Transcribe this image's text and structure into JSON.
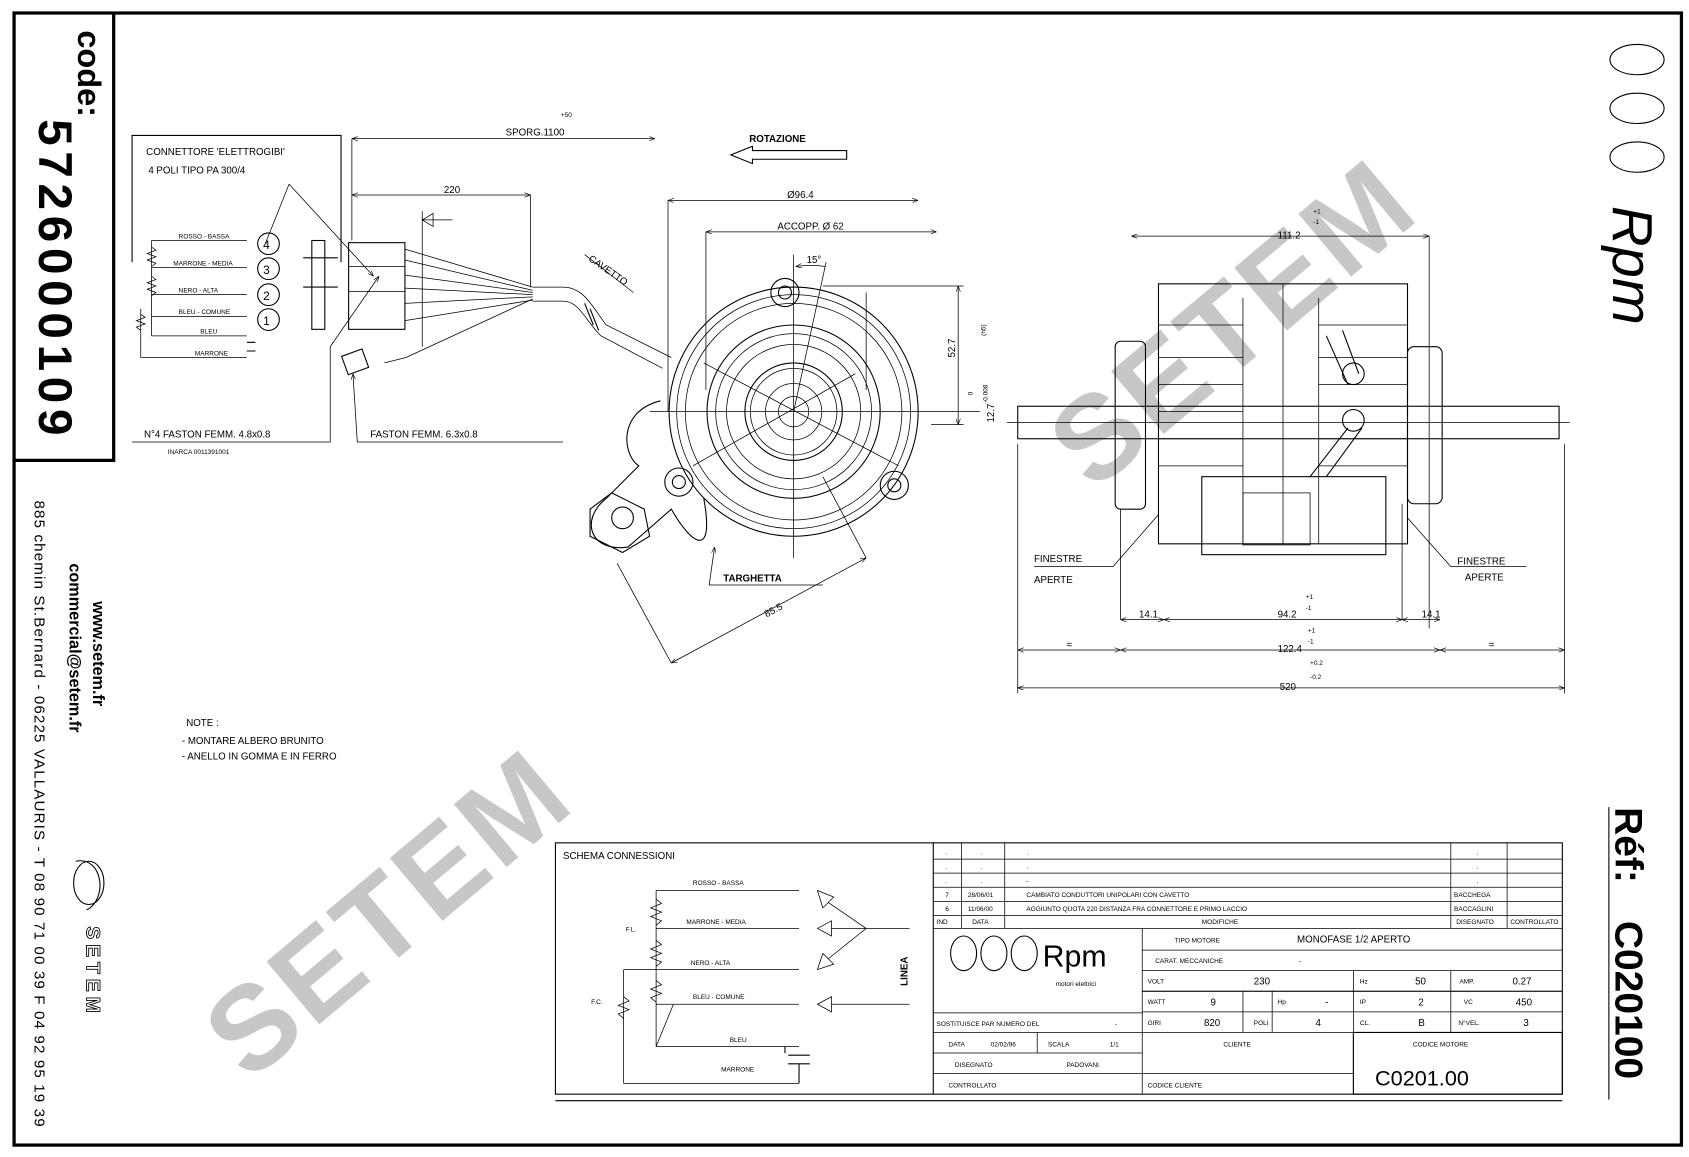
{
  "sidebar_left": {
    "code_label": "code:",
    "code_value": "5726000109",
    "website": "www.setem.fr",
    "email": "commercial@setem.fr",
    "address": "885 chemin St.Bernard  -  06225 VALLAURIS  -  T 08 90 71 00 39   F 04 92 95 19 39",
    "brand": "SETEM"
  },
  "sidebar_right": {
    "logo_text": "Rpm",
    "ref_label": "Réf:",
    "ref_value": "C020100"
  },
  "watermark": "SETEM",
  "connector": {
    "title": "CONNETTORE 'ELETTROGIBI'",
    "subtitle": "4 POLI TIPO PA 300/4",
    "wires": [
      "ROSSO - BASSA",
      "MARRONE - MEDIA",
      "NERO - ALTA",
      "BLEU - COMUNE",
      "BLEU",
      "MARRONE"
    ],
    "pins": [
      "4",
      "3",
      "2",
      "1"
    ],
    "faston_4": "N°4 FASTON FEMM. 4.8x0.8",
    "inarca": "INARCA 0011391001",
    "faston_1": "FASTON FEMM. 6.3x0.8",
    "cable": "CAVETTO"
  },
  "dimensions": {
    "sporg": "SPORG.1100",
    "sporg_tol": "+50",
    "d220": "220",
    "rotation": "ROTAZIONE",
    "d96": "Ø96.4",
    "accopp": "ACCOPP. Ø 62",
    "angle": "15°",
    "d52": "52.7",
    "h5": "(h5)",
    "shaft": "12.7",
    "shaft_tol_top": "0",
    "shaft_tol_bot": "-0.008",
    "d85": "85.5",
    "targhetta": "TARGHETTA",
    "d111": "111.2",
    "tol_p1": "+1",
    "tol_m1": "-1",
    "d14a": "14.1",
    "d94": "94.2",
    "d14b": "14.1",
    "d122": "122.4",
    "eq": "=",
    "d520": "520",
    "tol_p02": "+0.2",
    "tol_m02": "-0.2",
    "finestre": "FINESTRE",
    "aperte": "APERTE"
  },
  "notes": {
    "title": "NOTE :",
    "items": [
      "- MONTARE ALBERO BRUNITO",
      "- ANELLO IN GOMMA E IN FERRO"
    ]
  },
  "schema": {
    "title": "SCHEMA CONNESSIONI",
    "wires": [
      "ROSSO - BASSA",
      "MARRONE - MEDIA",
      "NERO - ALTA",
      "BLEU - COMUNE",
      "BLEU",
      "MARRONE"
    ],
    "fl": "F.L.",
    "fc": "F.C.",
    "linea": "LINEA"
  },
  "revisions": {
    "rows": [
      {
        "ind": ".",
        "data": ".",
        "mod": ".",
        "dis": ".",
        "ctrl": ""
      },
      {
        "ind": ".",
        "data": ".",
        "mod": ".",
        "dis": ".",
        "ctrl": ""
      },
      {
        "ind": ".",
        "data": ".",
        "mod": "-",
        "dis": ".",
        "ctrl": ""
      },
      {
        "ind": "7",
        "data": "28/06/01",
        "mod": "CAMBIATO CONDUTTORI UNIPOLARI CON CAVETTO",
        "dis": "BACCHEGA",
        "ctrl": ""
      },
      {
        "ind": "6",
        "data": "11/06/00",
        "mod": "AGGIUNTO QUOTA 220 DISTANZA FRA CONNETTORE E PRIMO LACCIO",
        "dis": "BACCAGLINI",
        "ctrl": ""
      }
    ],
    "headers": {
      "ind": "IND",
      "data": "DATA",
      "mod": "MODIFICHE",
      "dis": "DISEGNATO",
      "ctrl": "CONTROLLATO"
    }
  },
  "title_block": {
    "logo": "Rpm",
    "logo_sub": "motori elettrici",
    "tipo_label": "TIPO MOTORE",
    "tipo_value": "MONOFASE 1/2 APERTO",
    "carat_label": "CARAT. MECCANICHE",
    "carat_value": "-",
    "volt_label": "VOLT",
    "volt": "230",
    "hz_label": "Hz",
    "hz": "50",
    "amp_label": "AMP.",
    "amp": "0.27",
    "watt_label": "WATT",
    "watt": "9",
    "hp_label": "Hp",
    "hp": "-",
    "ip_label": "IP",
    "ip": "2",
    "vc_label": "VC",
    "vc": "450",
    "giri_label": "GIRI",
    "giri": "820",
    "poli_label": "POLI",
    "poli": "4",
    "cl_label": "CL.",
    "cl": "B",
    "nvel_label": "N°VEL.",
    "nvel": "3",
    "sostituisce_label": "SOSTITUISCE PAR NUMERO DEL",
    "sostituisce": "-",
    "data_label": "DATA",
    "data": "02/02/96",
    "scala_label": "SCALA",
    "scala": "1/1",
    "disegnato_label": "DISEGNATO",
    "disegnato": "PADOVANI",
    "controllato_label": "CONTROLLATO",
    "cliente_label": "CLIENTE",
    "codice_cliente_label": "CODICE CLIENTE",
    "codice_motore_label": "CODICE MOTORE",
    "codice_motore": "C0201.00"
  }
}
